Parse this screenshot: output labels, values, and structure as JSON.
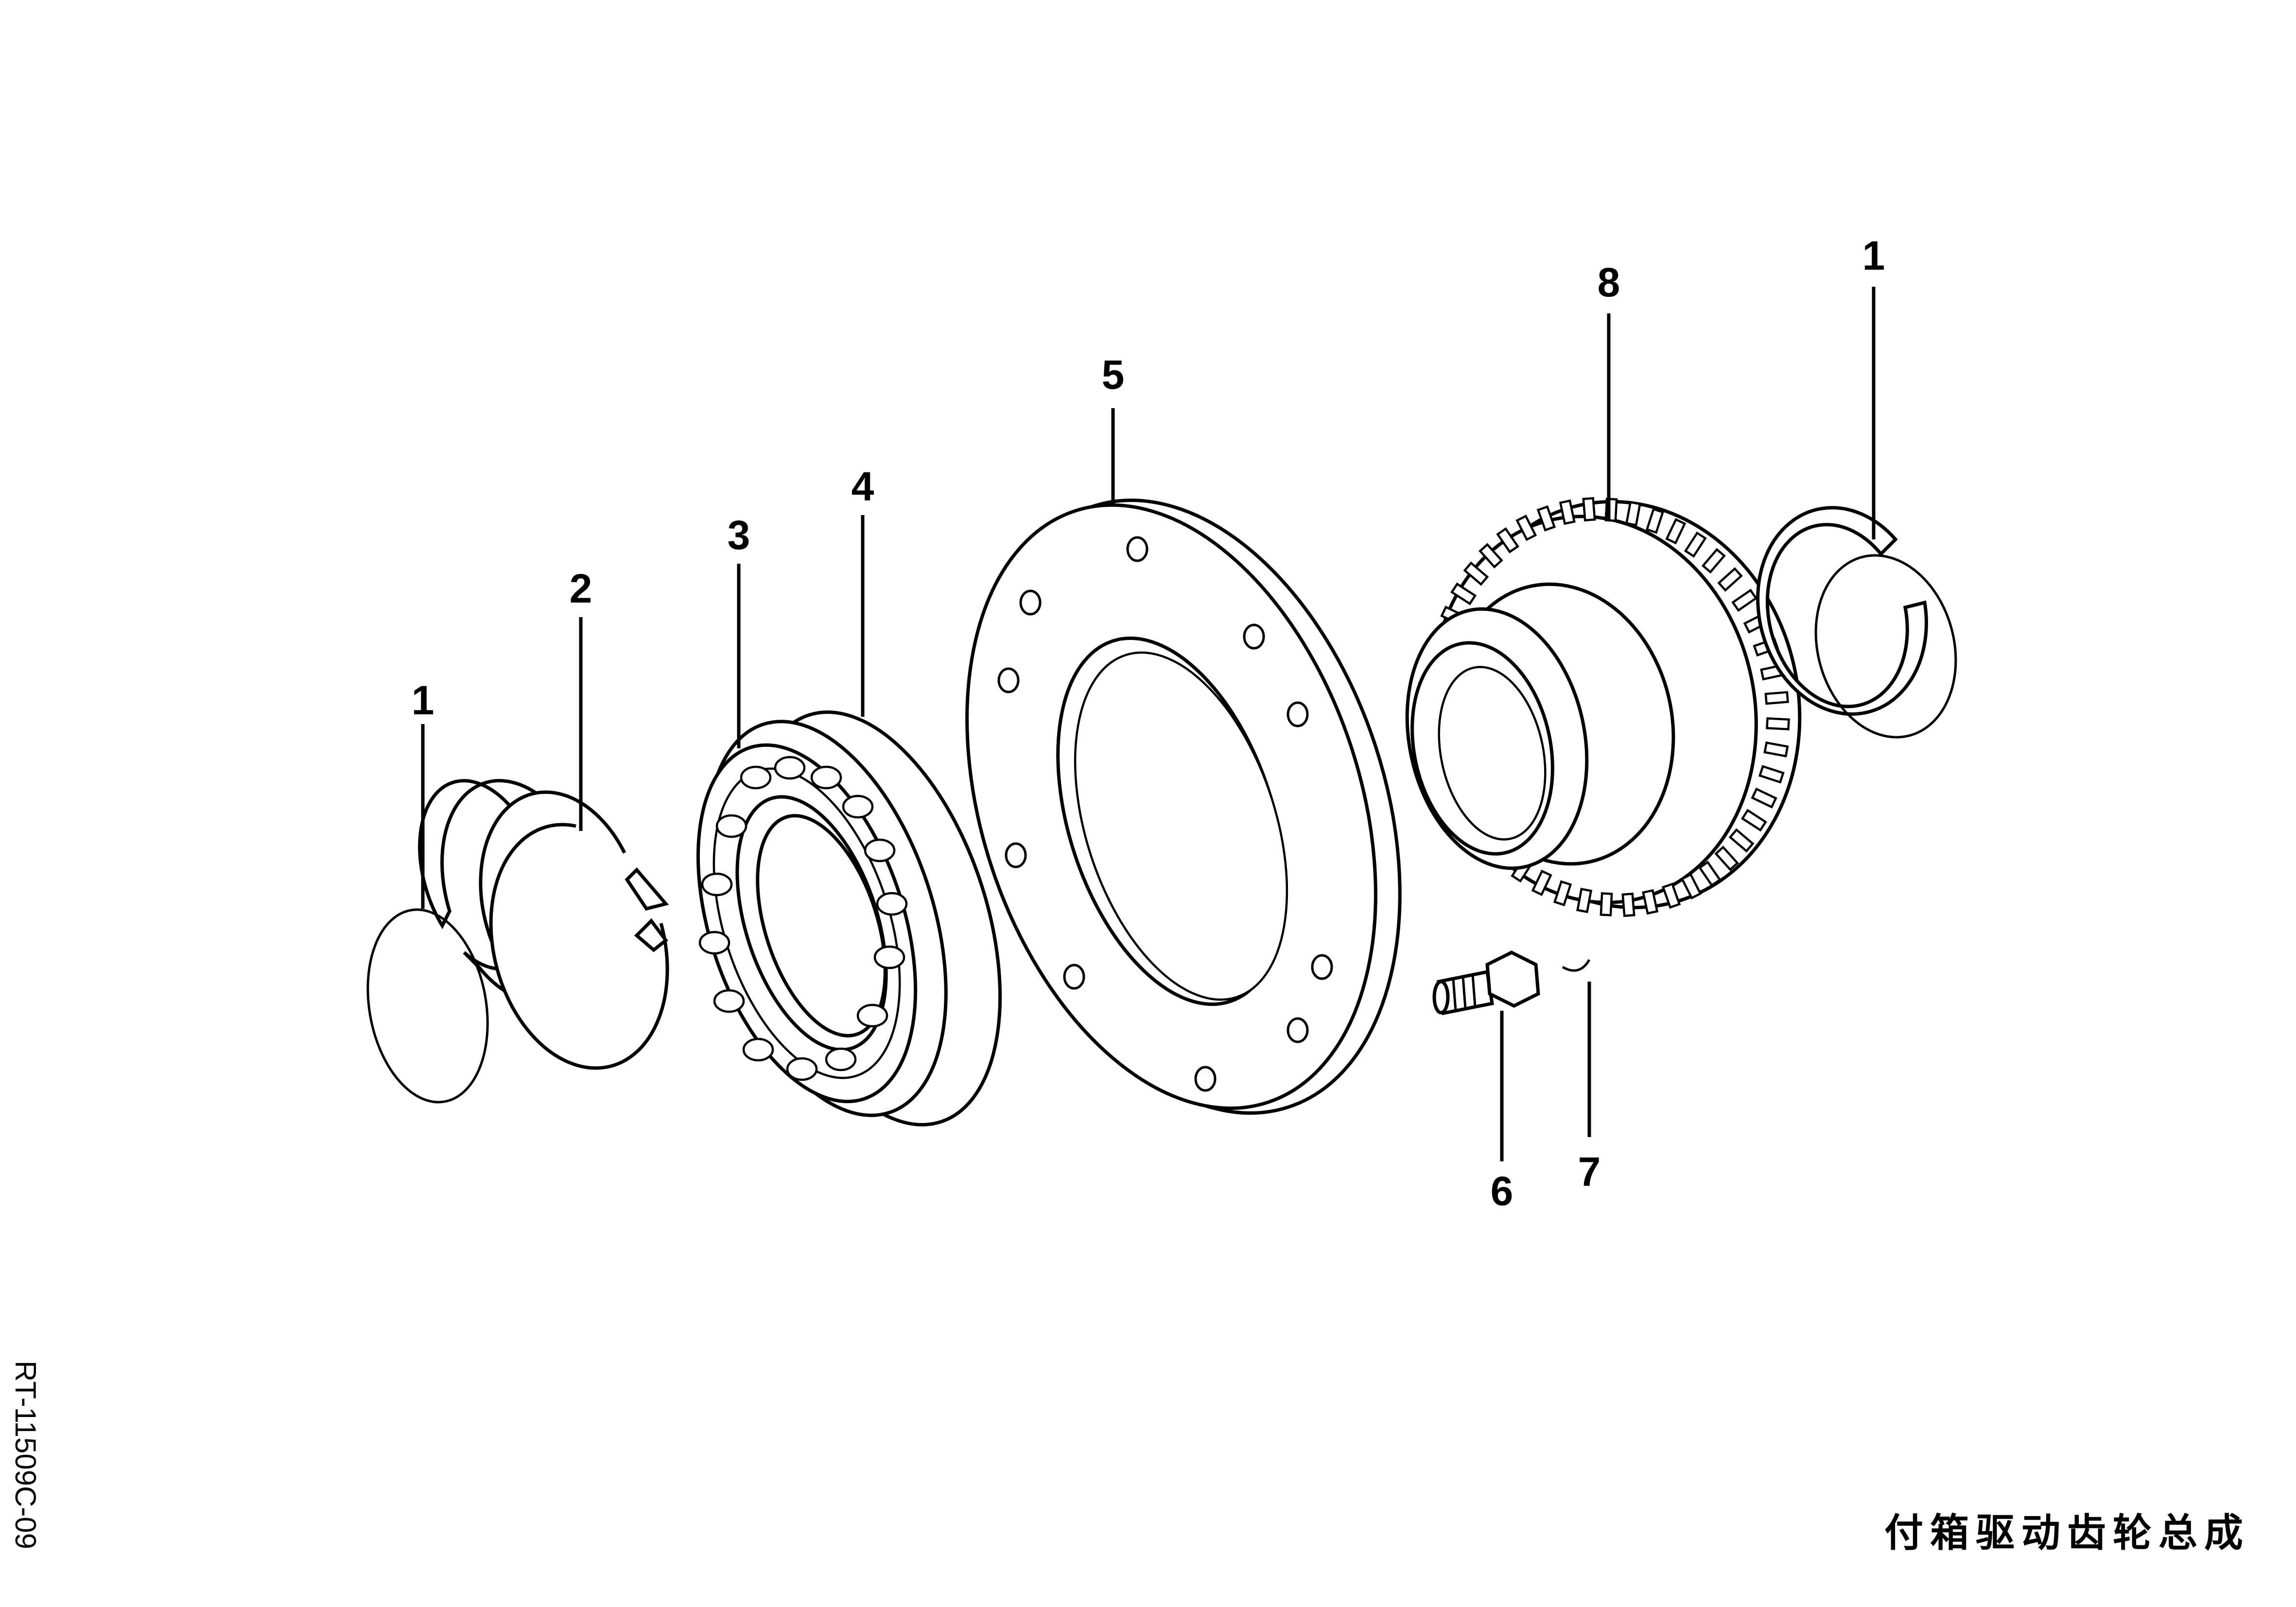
{
  "callouts": {
    "snap_ring_left": "1",
    "retaining_ring": "2",
    "bearing": "3",
    "bearing_ring": "4",
    "flange_plate": "5",
    "bolt": "6",
    "bolt_item_7": "7",
    "drive_gear": "8",
    "snap_ring_right": "1"
  },
  "document_code": "RT-11509C-09",
  "caption": "付箱驱动齿轮总成"
}
